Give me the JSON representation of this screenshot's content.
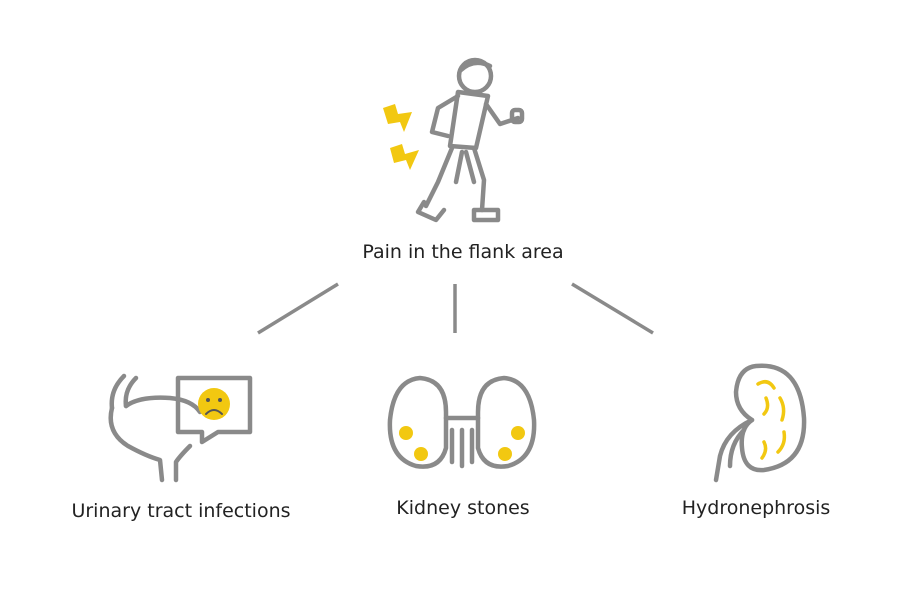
{
  "root": {
    "label": "Pain in the flank area",
    "icon": "person-with-flank-pain-icon"
  },
  "branches": [
    {
      "label": "Urinary tract infections",
      "icon": "bladder-with-sad-face-icon"
    },
    {
      "label": "Kidney stones",
      "icon": "kidneys-with-stones-icon"
    },
    {
      "label": "Hydronephrosis",
      "icon": "swollen-kidney-icon"
    }
  ],
  "colors": {
    "line": "#8a8a8a",
    "accent": "#f2c811",
    "text": "#222222"
  }
}
